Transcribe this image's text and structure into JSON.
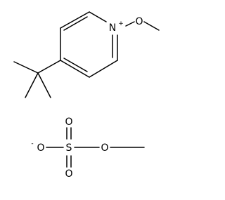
{
  "cation": {
    "atoms": {
      "n_symbol": "N",
      "n_charge": "+",
      "o_symbol": "O"
    }
  },
  "anion": {
    "atoms": {
      "s_symbol": "S",
      "o_top": "O",
      "o_bottom": "O",
      "o_left": "O",
      "o_left_charge": "-",
      "o_right": "O"
    }
  },
  "colors": {
    "bond": "#000000",
    "background": "#ffffff"
  }
}
